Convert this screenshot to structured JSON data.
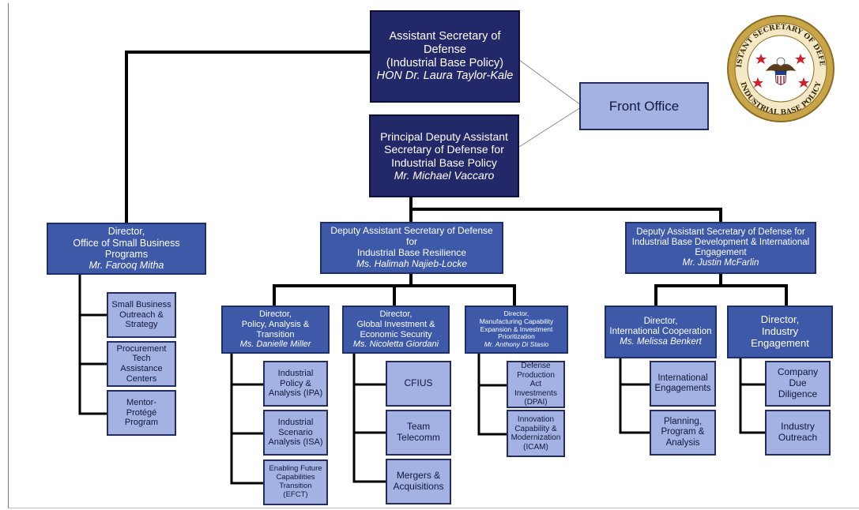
{
  "colors": {
    "dark_box": "#232868",
    "mid_box": "#3d59a8",
    "light_box": "#a3b2e2",
    "seal_gold": "#c9a54a",
    "seal_red": "#d21f2a"
  },
  "top": {
    "title": "Assistant Secretary of Defense",
    "subtitle": "(Industrial Base Policy)",
    "name": "HON Dr. Laura Taylor-Kale"
  },
  "front_office": {
    "label": "Front Office"
  },
  "pdasd": {
    "line1": "Principal Deputy Assistant",
    "line2": "Secretary of Defense for",
    "line3": "Industrial Base Policy",
    "name": "Mr. Michael Vaccaro"
  },
  "osbp": {
    "line1": "Director,",
    "line2": "Office of Small Business Programs",
    "name": "Mr. Farooq Mitha",
    "items": [
      "Small Business Outreach & Strategy",
      "Procurement Tech Assistance Centers",
      "Mentor-Protégé Program"
    ]
  },
  "ibr": {
    "line1": "Deputy Assistant Secretary of Defense",
    "line2": "for",
    "line3": "Industrial Base Resilience",
    "name": "Ms. Halimah Najieb-Locke"
  },
  "ibdie": {
    "line1": "Deputy Assistant Secretary of Defense for",
    "line2": "Industrial Base Development & International",
    "line3": "Engagement",
    "name": "Mr. Justin McFarlin"
  },
  "pat": {
    "line1": "Director,",
    "line2": "Policy, Analysis &",
    "line3": "Transition",
    "name": "Ms. Danielle Miller",
    "items": [
      "Industrial Policy & Analysis (IPA)",
      "Industrial Scenario Analysis (ISA)",
      "Enabling Future Capabilities Transition (EFCT)"
    ]
  },
  "gies": {
    "line1": "Director,",
    "line2": "Global Investment &",
    "line3": "Economic Security",
    "name": "Ms. Nicoletta Giordani",
    "items": [
      "CFIUS",
      "Team Telecomm",
      "Mergers & Acquisitions"
    ]
  },
  "mceip": {
    "line1": "Director,",
    "line2": "Manufacturing Capability",
    "line3": "Expansion & Investment",
    "line4": "Prioritization",
    "name": "Mr. Anthony Di Stasio",
    "items": [
      "Defense Production Act Investments (DPAI)",
      "Innovation Capability & Modernization (ICAM)"
    ]
  },
  "ic": {
    "line1": "Director,",
    "line2": "International Cooperation",
    "name": "Ms. Melissa Benkert",
    "items": [
      "International Engagements",
      "Planning, Program & Analysis"
    ]
  },
  "ie": {
    "line1": "Director,",
    "line2": "Industry",
    "line3": "Engagement",
    "items": [
      "Company Due Diligence",
      "Industry Outreach"
    ]
  },
  "seal": {
    "top_text": "ASSISTANT SECRETARY OF DEFENSE",
    "bottom_text": "INDUSTRIAL BASE POLICY"
  }
}
